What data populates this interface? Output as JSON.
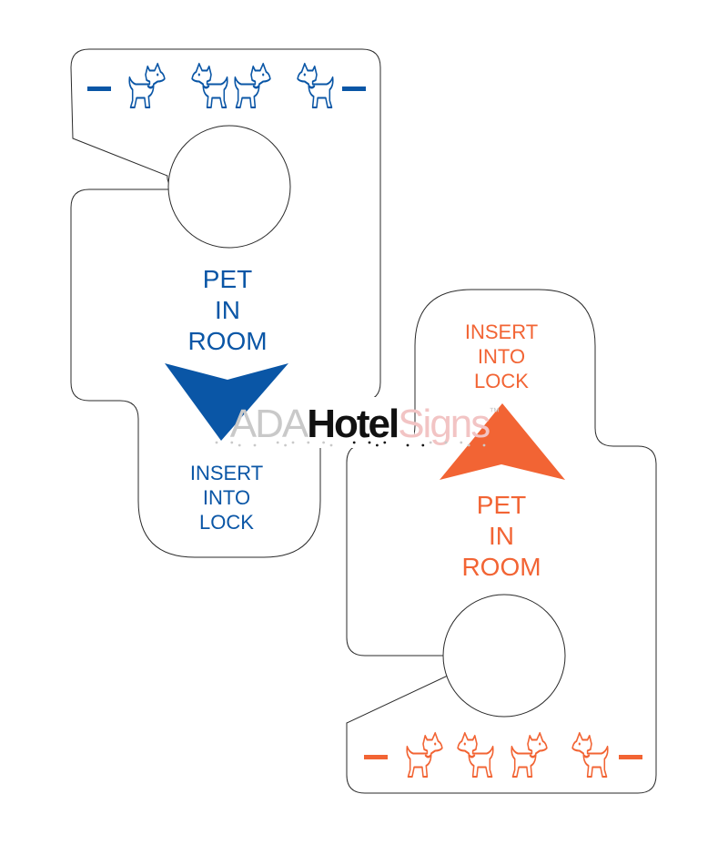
{
  "colors": {
    "blue": "#0a56a6",
    "orange": "#f26434",
    "outline": "#2a2a2a",
    "watermark_gray": "#c9c9c9",
    "watermark_red": "#f2c4c4",
    "watermark_black": "#111111"
  },
  "blue_tag": {
    "pet_text": [
      "PET",
      "IN",
      "ROOM"
    ],
    "insert_text": [
      "INSERT",
      "INTO",
      "LOCK"
    ],
    "arrow_direction": "down",
    "dog_icons": [
      "dog-icon",
      "dog-icon",
      "dog-icon",
      "dog-icon"
    ]
  },
  "orange_tag": {
    "insert_text": [
      "INSERT",
      "INTO",
      "LOCK"
    ],
    "pet_text": [
      "PET",
      "IN",
      "ROOM"
    ],
    "arrow_direction": "up",
    "dog_icons": [
      "dog-icon",
      "dog-icon",
      "dog-icon",
      "dog-icon"
    ]
  },
  "watermark": {
    "part1": "ADA",
    "part2": "Hotel",
    "part3": "Signs",
    "trademark": "™"
  }
}
